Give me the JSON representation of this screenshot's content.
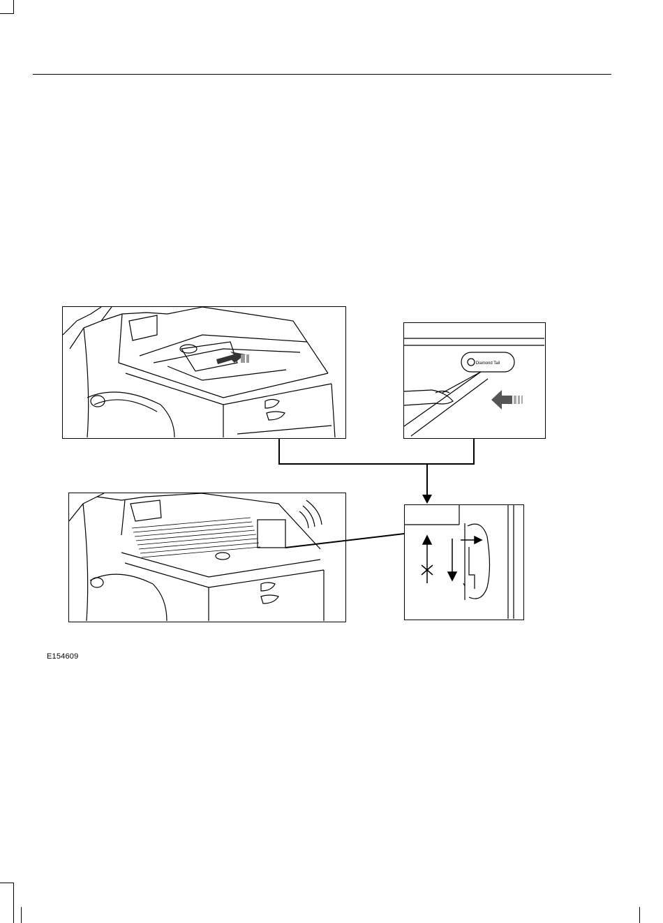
{
  "figure": {
    "id": "E154609",
    "label_text": "Diamond Tail",
    "panels": [
      {
        "name": "open-bed-overview",
        "description_icon": "truck-bed-open-icon"
      },
      {
        "name": "handle-pull-detail",
        "description_icon": "hand-pulling-handle-icon"
      },
      {
        "name": "closed-bed-overview",
        "description_icon": "truck-bed-closed-icon"
      },
      {
        "name": "latch-detail",
        "description_icon": "latch-icon"
      }
    ]
  },
  "colors": {
    "ink": "#000000",
    "paper": "#ffffff",
    "arrow_gray": "#555555"
  }
}
